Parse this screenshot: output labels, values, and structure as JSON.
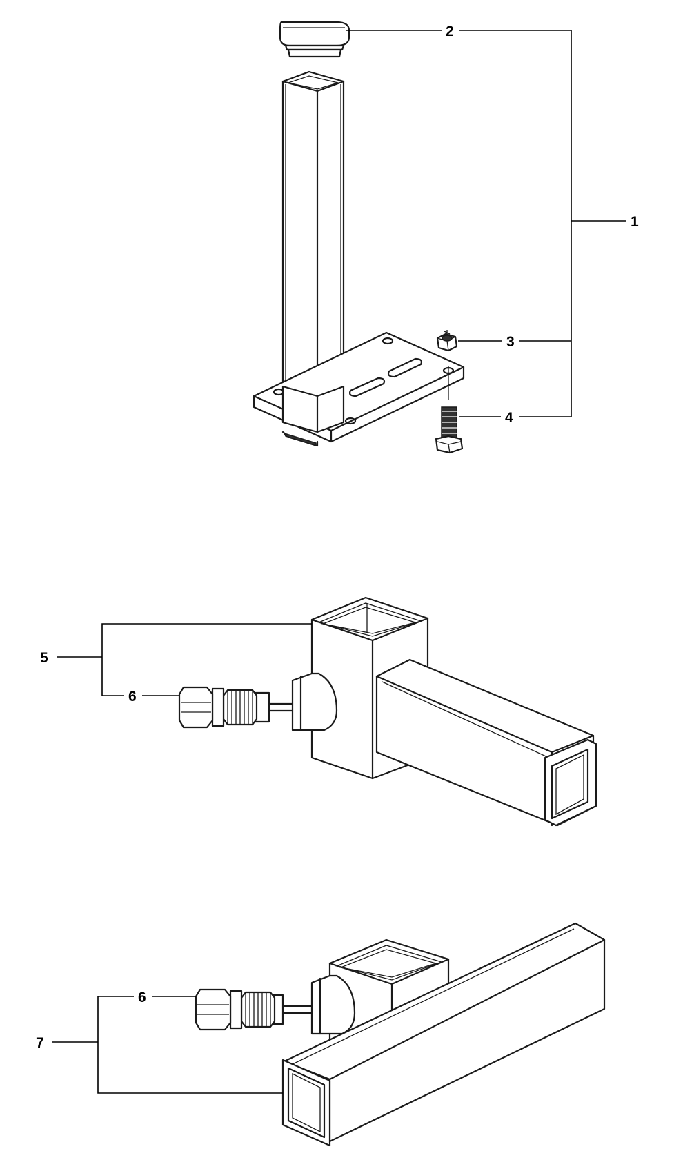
{
  "callouts": {
    "c1": "1",
    "c2": "2",
    "c3": "3",
    "c4": "4",
    "c5": "5",
    "c6a": "6",
    "c6b": "6",
    "c7": "7"
  },
  "colors": {
    "line": "#1a1a1a",
    "background": "#ffffff"
  }
}
